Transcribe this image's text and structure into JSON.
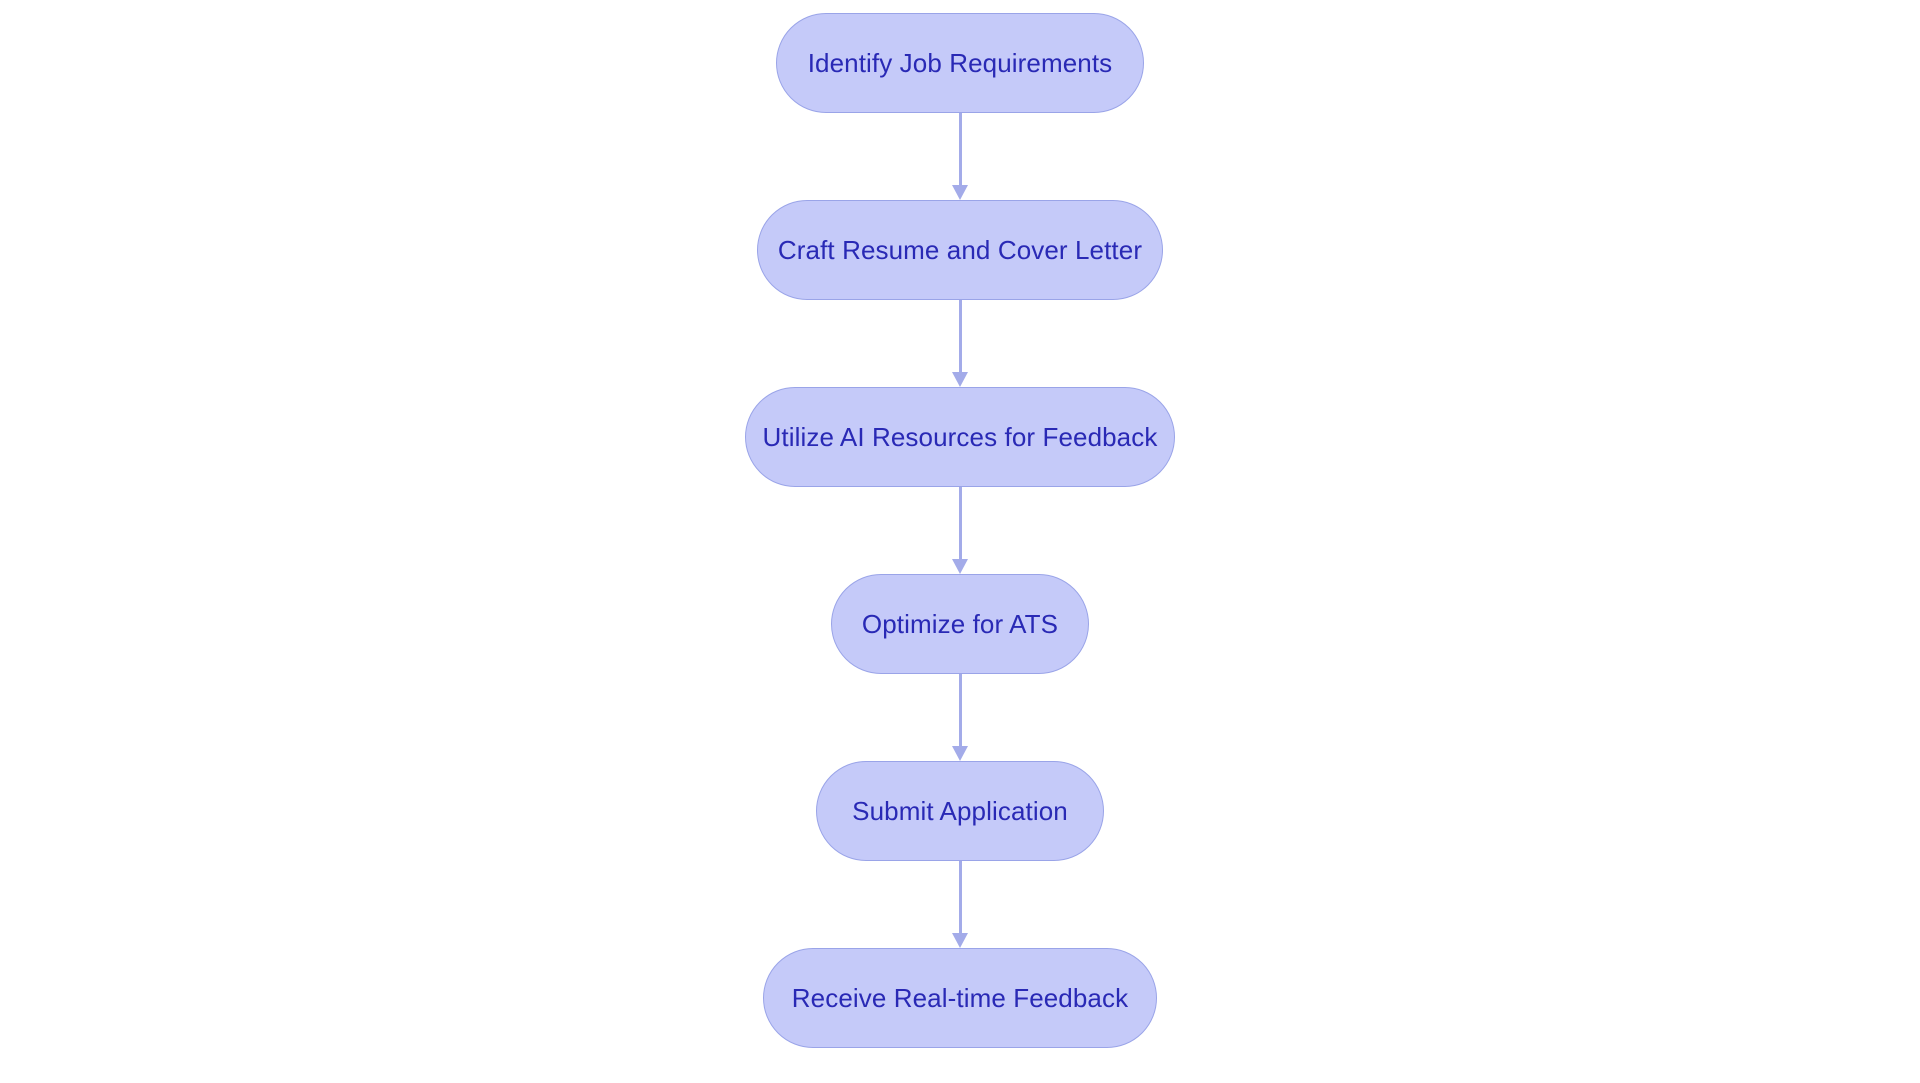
{
  "chart_data": {
    "type": "diagram",
    "diagram_type": "flowchart",
    "orientation": "top-to-bottom",
    "title": "",
    "background_color": "#ffffff",
    "node_fill_color": "#c5caf9",
    "node_border_color": "#9aa4e8",
    "node_text_color": "#2929b5",
    "edge_color": "#a3abe9",
    "node_shape": "rounded-pill",
    "nodes": [
      {
        "id": "n0",
        "label": "Identify Job Requirements",
        "order": 1
      },
      {
        "id": "n1",
        "label": "Craft Resume and Cover Letter",
        "order": 2
      },
      {
        "id": "n2",
        "label": "Utilize AI Resources for Feedback",
        "order": 3
      },
      {
        "id": "n3",
        "label": "Optimize for ATS",
        "order": 4
      },
      {
        "id": "n4",
        "label": "Submit Application",
        "order": 5
      },
      {
        "id": "n5",
        "label": "Receive Real-time Feedback",
        "order": 6
      }
    ],
    "edges": [
      {
        "from": "n0",
        "to": "n1",
        "label": "",
        "arrow": "down"
      },
      {
        "from": "n1",
        "to": "n2",
        "label": "",
        "arrow": "down"
      },
      {
        "from": "n2",
        "to": "n3",
        "label": "",
        "arrow": "down"
      },
      {
        "from": "n3",
        "to": "n4",
        "label": "",
        "arrow": "down"
      },
      {
        "from": "n4",
        "to": "n5",
        "label": "",
        "arrow": "down"
      }
    ]
  },
  "flowchart": {
    "nodes": [
      {
        "label": "Identify Job Requirements"
      },
      {
        "label": "Craft Resume and Cover Letter"
      },
      {
        "label": "Utilize AI Resources for Feedback"
      },
      {
        "label": "Optimize for ATS"
      },
      {
        "label": "Submit Application"
      },
      {
        "label": "Receive Real-time Feedback"
      }
    ],
    "connectors": [
      {
        "name": "arrow-1"
      },
      {
        "name": "arrow-2"
      },
      {
        "name": "arrow-3"
      },
      {
        "name": "arrow-4"
      },
      {
        "name": "arrow-5"
      }
    ]
  }
}
